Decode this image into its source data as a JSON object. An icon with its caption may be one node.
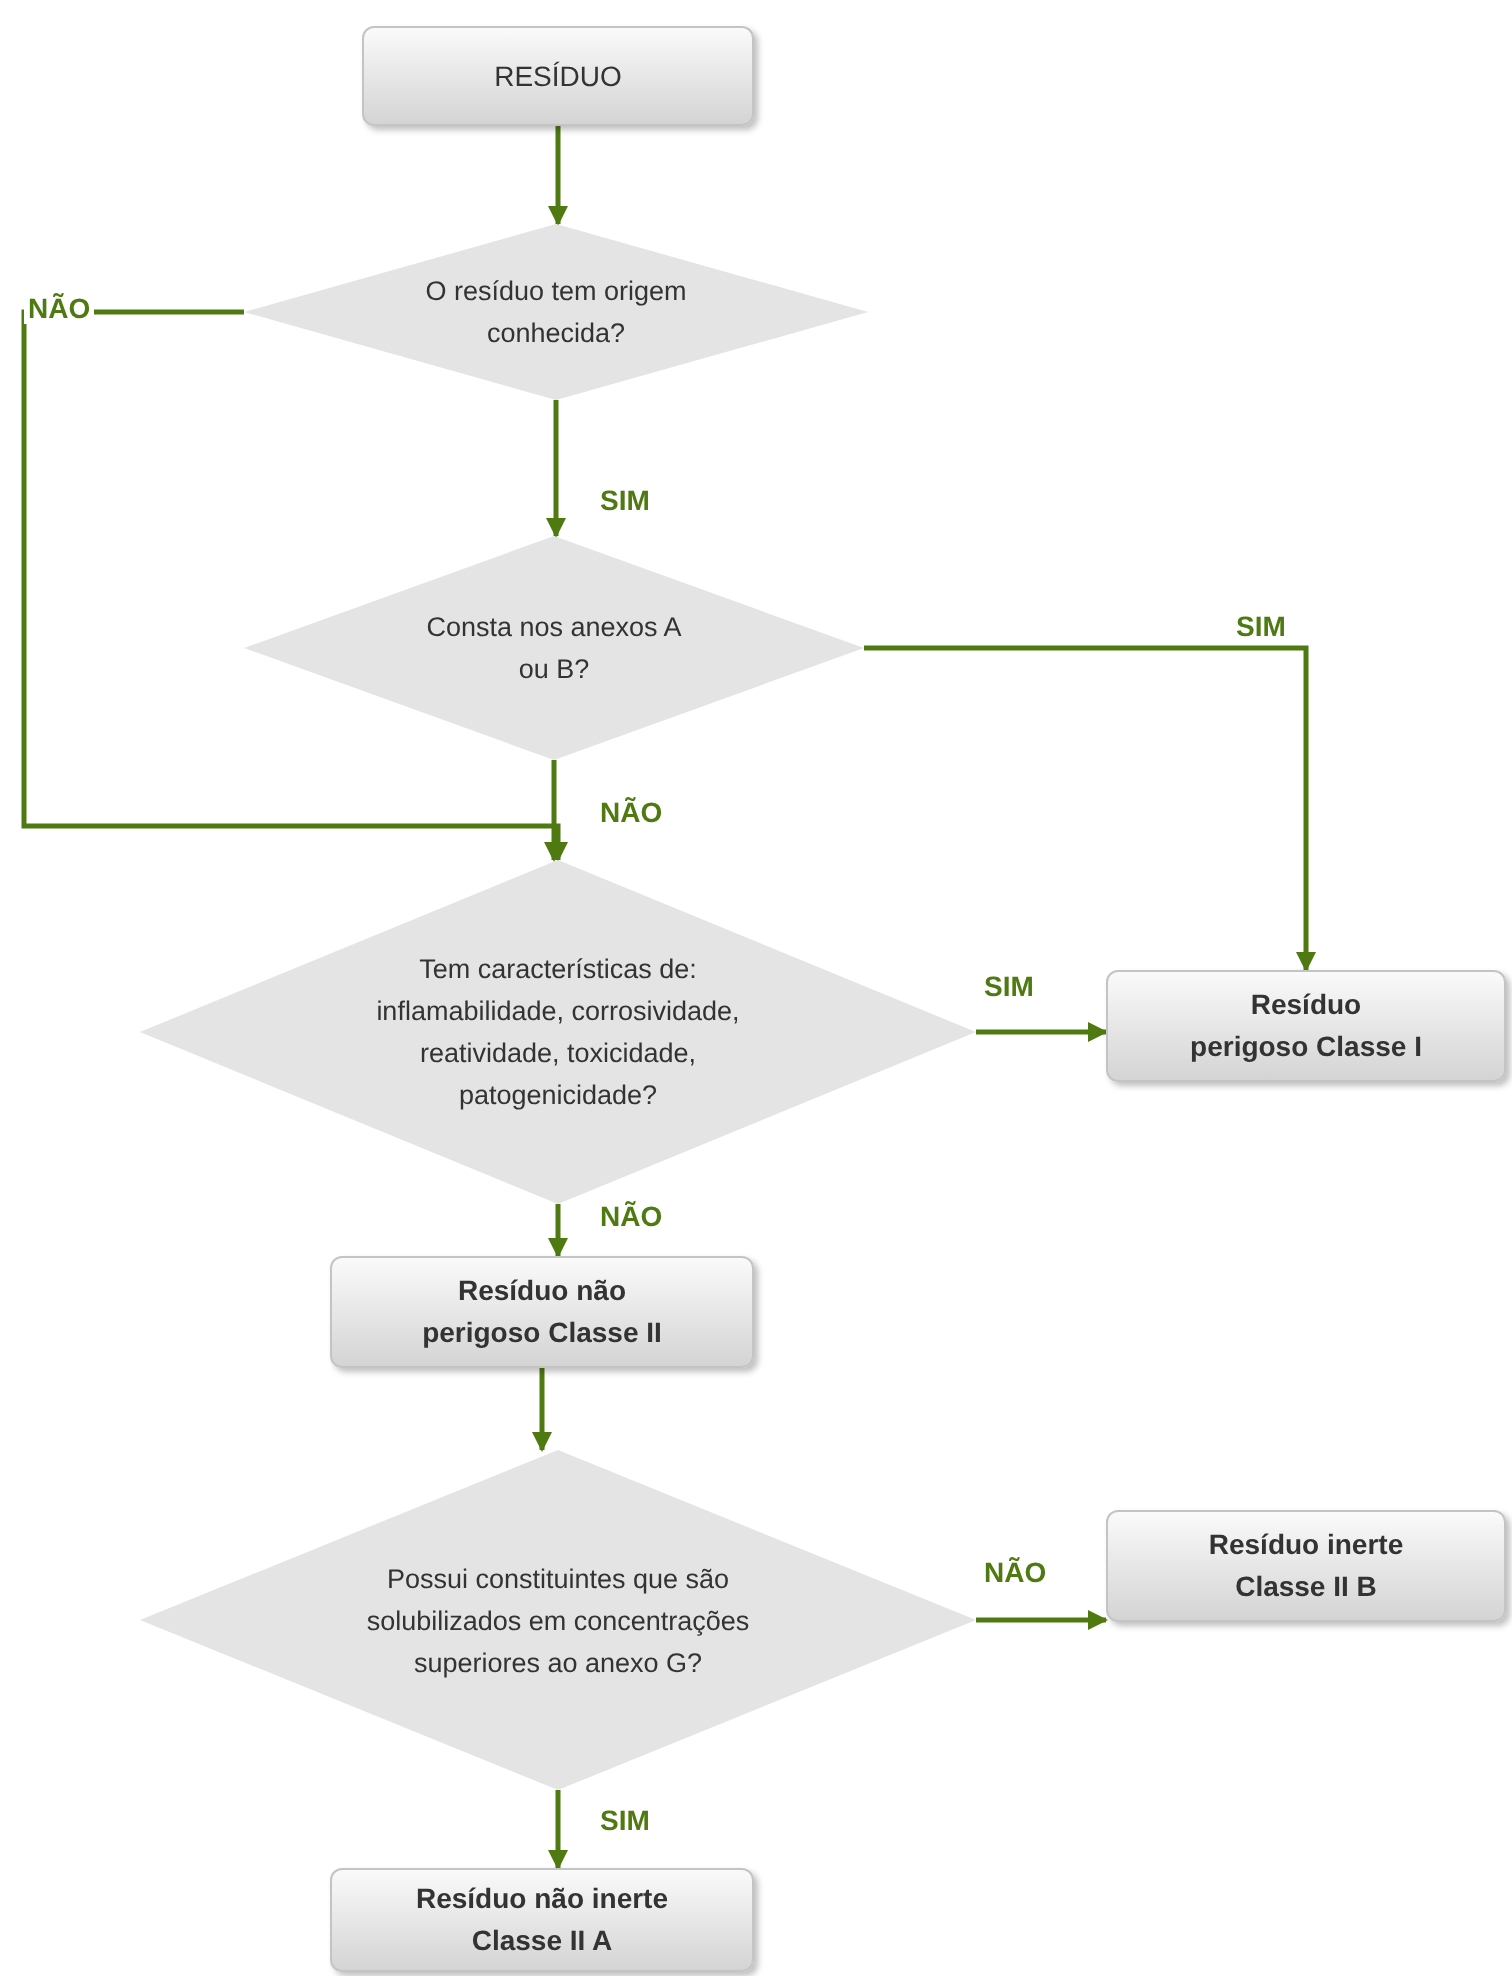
{
  "diagram": {
    "nodes": [
      {
        "text": [
          "RESÍDUO"
        ]
      },
      {
        "text": [
          "O resíduo tem origem conhecida?"
        ]
      },
      {
        "text": [
          "Consta nos anexos A ou B?"
        ]
      },
      {
        "text": [
          "Tem características de: inflamabilidade, corrosividade, reatividade, toxicidade, patogenicidade?"
        ]
      },
      {
        "text": [
          "Resíduo perigoso Classe I"
        ]
      },
      {
        "text": [
          "Resíduo não perigoso Classe II"
        ]
      },
      {
        "text": [
          "Possui constituintes que são solubilizados em concentrações superiores ao anexo G?"
        ]
      },
      {
        "text": [
          "Resíduo inerte Classe II B"
        ]
      },
      {
        "text": [
          "Resíduo não inerte Classe II A"
        ]
      }
    ],
    "edges": [
      {
        "from": 0,
        "to": 1,
        "arrow": "to"
      },
      {
        "from": 1,
        "to": 2,
        "arrow": "to",
        "label": "SIM"
      },
      {
        "from": 1,
        "to": 3,
        "arrow": "to",
        "label": "NÃO"
      },
      {
        "from": 2,
        "to": 4,
        "arrow": "to",
        "label": "SIM"
      },
      {
        "from": 2,
        "to": 3,
        "arrow": "to",
        "label": "NÃO"
      },
      {
        "from": 3,
        "to": 4,
        "arrow": "to",
        "label": "SIM"
      },
      {
        "from": 3,
        "to": 5,
        "arrow": "to",
        "label": "NÃO"
      },
      {
        "from": 5,
        "to": 6,
        "arrow": "to"
      },
      {
        "from": 6,
        "to": 7,
        "arrow": "to",
        "label": "NÃO"
      },
      {
        "from": 6,
        "to": 8,
        "arrow": "to",
        "label": "SIM"
      }
    ]
  }
}
